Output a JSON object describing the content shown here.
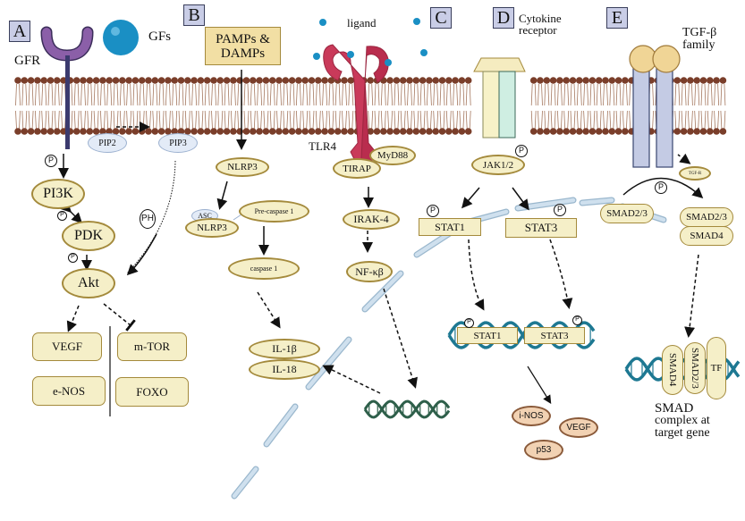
{
  "panels": [
    "A",
    "B",
    "C",
    "D",
    "E"
  ],
  "phospho_label": "P",
  "panel_a": {
    "receptor": "GFR",
    "ligand": "GFs",
    "pip2": "PIP2",
    "pip3": "PIP3",
    "ph": "PH",
    "pi3k": "PI3K",
    "pdk": "PDK",
    "akt": "Akt",
    "targets_activated": [
      "VEGF",
      "e-NOS"
    ],
    "targets_inhibited": [
      "m-TOR",
      "FOXO"
    ]
  },
  "panel_b": {
    "trigger": "PAMPs &\nDAMPs",
    "trigger_line1": "PAMPs &",
    "trigger_line2": "DAMPs",
    "nlrp3": "NLRP3",
    "asc": "ASC",
    "nlrp3_complex": "NLRP3",
    "pre_caspase": "Pre-caspase 1",
    "caspase": "caspase 1",
    "cytokines": [
      "IL-1β",
      "IL-18"
    ]
  },
  "panel_c": {
    "ligand": "ligand",
    "receptor": "TLR4",
    "adaptors": [
      "TIRAP",
      "MyD88"
    ],
    "irak": "IRAK-4",
    "nfkb": "NF-κβ"
  },
  "panel_d": {
    "receptor_line1": "Cytokine",
    "receptor_line2": "receptor",
    "jak": "JAK1/2",
    "stats": [
      "STAT1",
      "STAT3"
    ],
    "dna_bound_stats": [
      "STAT1",
      "STAT3"
    ],
    "products": [
      "i-NOS",
      "VEGF",
      "p53"
    ]
  },
  "panel_e": {
    "ligand_line1": "TGF-β",
    "ligand_line2": "family",
    "tgfr": "TGF-R",
    "smad23": "SMAD2/3",
    "complex": [
      "SMAD2/3",
      "SMAD4"
    ],
    "dna_complex": [
      "SMAD4",
      "SMAD2/3",
      "TF"
    ],
    "caption_line1": "SMAD",
    "caption_line2": "complex at",
    "caption_line3": "target gene"
  },
  "colors": {
    "membrane_head": "#7a3e2a",
    "membrane_tail": "#a5785f",
    "node_fill": "#f5efc8",
    "node_border": "#a48a3c",
    "gfr": "#8b5fa8",
    "gf_ball": "#1a8fc4",
    "tlr4": "#c93a5a",
    "nuclear_envelope": "#cfe0ee",
    "dna_green": "#2e5f4a",
    "dna_teal": "#1d7892",
    "tgf_receptor": "#c4cbe4",
    "tgf_ligand": "#f0d596"
  }
}
